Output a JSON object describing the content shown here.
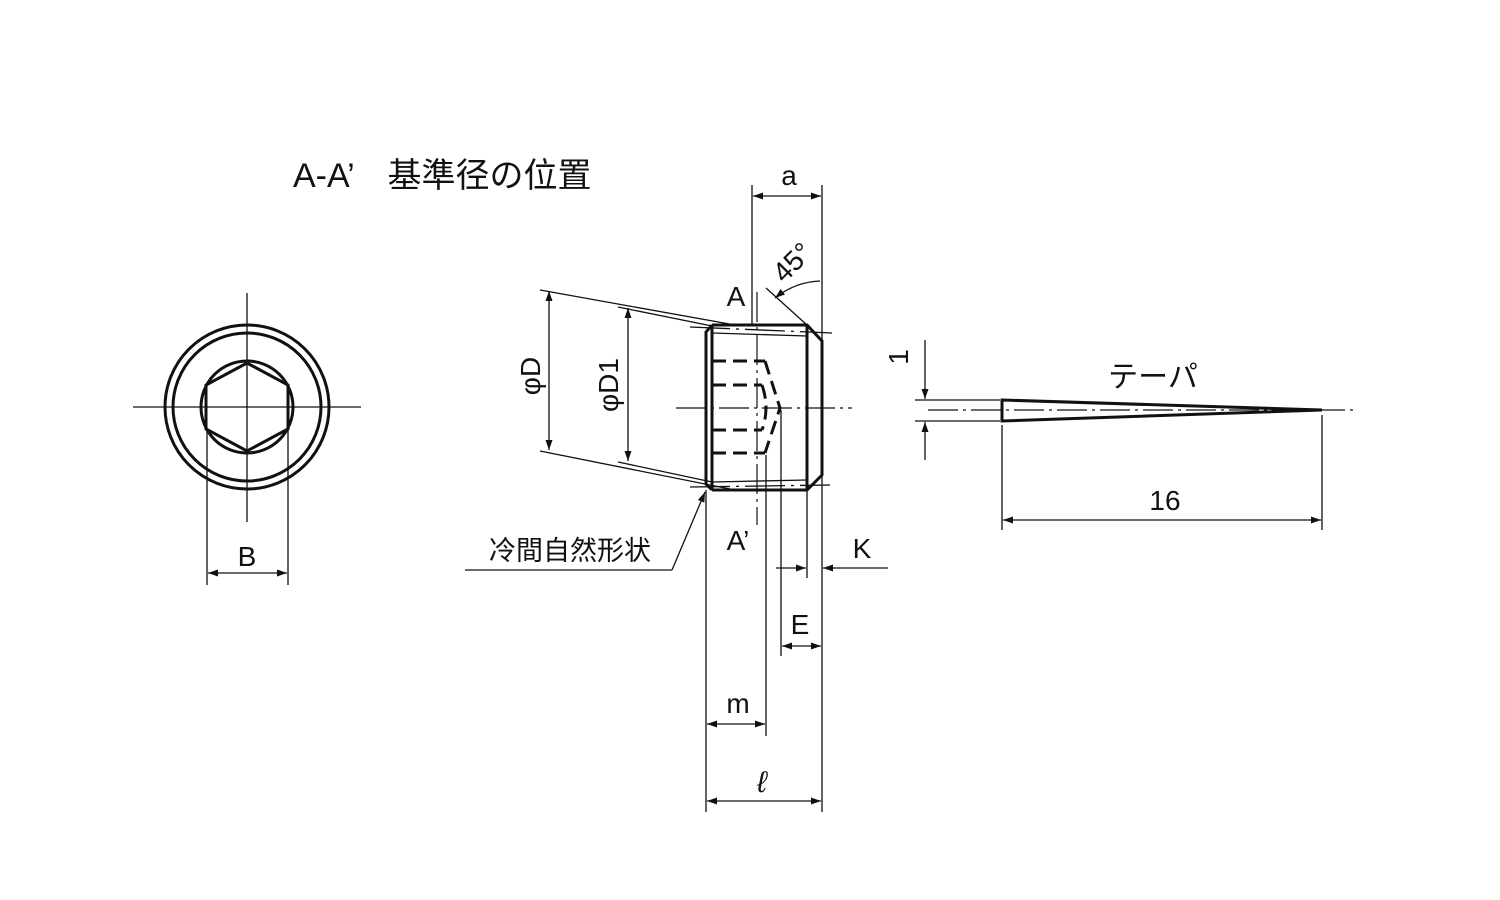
{
  "title": "A-A’　基準径の位置",
  "labels": {
    "a": "a",
    "angle": "45°",
    "section_start": "A",
    "section_end": "A’",
    "phi_d": "φD",
    "phi_d1": "φD1",
    "b": "B",
    "k": "K",
    "e": "E",
    "m": "m",
    "length": "ℓ",
    "cold_forged": "冷間自然形状",
    "taper": "テーパ",
    "taper_rise": "1",
    "taper_run": "16"
  },
  "colors": {
    "line": "#111111",
    "background": "#ffffff"
  }
}
